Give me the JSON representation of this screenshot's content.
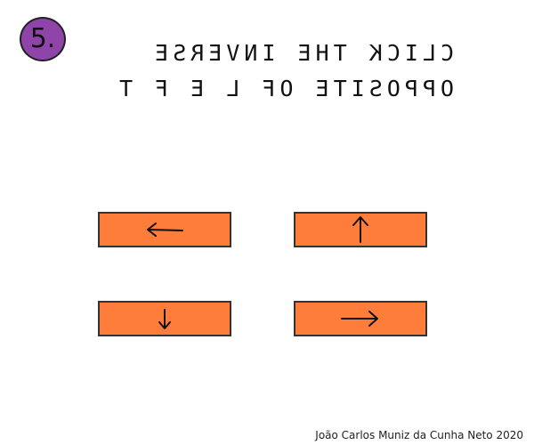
{
  "level": {
    "number": "5.",
    "badge_color": "#8e44a8"
  },
  "instruction": {
    "line1": "click the inverse",
    "line2": "opposite of l e f t",
    "mirrored": true
  },
  "buttons": [
    {
      "id": "left",
      "icon": "arrow-left-icon",
      "direction": "left"
    },
    {
      "id": "up",
      "icon": "arrow-up-icon",
      "direction": "up"
    },
    {
      "id": "down",
      "icon": "arrow-down-icon",
      "direction": "down"
    },
    {
      "id": "right",
      "icon": "arrow-right-icon",
      "direction": "right"
    }
  ],
  "button_color": "#ff7d3b",
  "credit": "João Carlos Muniz da Cunha Neto 2020"
}
